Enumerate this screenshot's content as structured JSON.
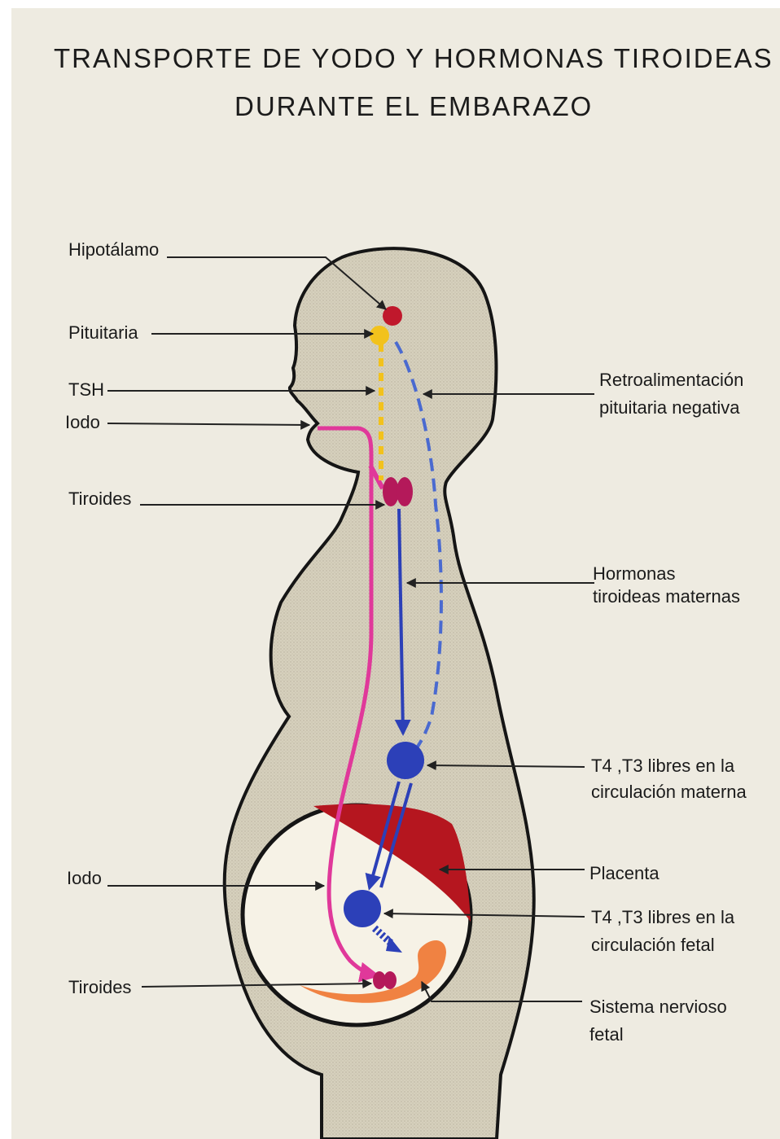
{
  "title": {
    "line1": "TRANSPORTE DE YODO Y HORMONAS TIROIDEAS",
    "line2": "DURANTE EL EMBARAZO"
  },
  "labels_left": {
    "hipotalamo": "Hipotálamo",
    "pituitaria": "Pituitaria",
    "tsh": "TSH",
    "iodo_maternal": "Iodo",
    "tiroides_maternal": "Tiroides",
    "iodo_fetal": "Iodo",
    "tiroides_fetal": "Tiroides"
  },
  "labels_right": {
    "retro_line1": "Retroalimentación",
    "retro_line2": "pituitaria negativa",
    "hormonas_line1": "Hormonas",
    "hormonas_line2": "tiroideas maternas",
    "t4_maternal_line1": "T4 ,T3 libres en la",
    "t4_maternal_line2": "circulación materna",
    "placenta": "Placenta",
    "t4_fetal_line1": "T4 ,T3 libres en la",
    "t4_fetal_line2": "circulación fetal",
    "sistema_line1": "Sistema nervioso",
    "sistema_line2": "fetal"
  },
  "colors": {
    "background": "#eeebe1",
    "body_fill": "#d3cdb9",
    "outline": "#151515",
    "hypothalamus": "#c0182c",
    "pituitary": "#f2c21c",
    "tsh_dash": "#f2c21c",
    "iodine": "#e0389a",
    "thyroid": "#b4195a",
    "hormone_blue": "#2c40b8",
    "feedback_dash": "#4a6ad0",
    "placenta": "#b5161f",
    "fetal_nervous_system": "#f08242",
    "womb_interior": "#f6f2e6"
  }
}
